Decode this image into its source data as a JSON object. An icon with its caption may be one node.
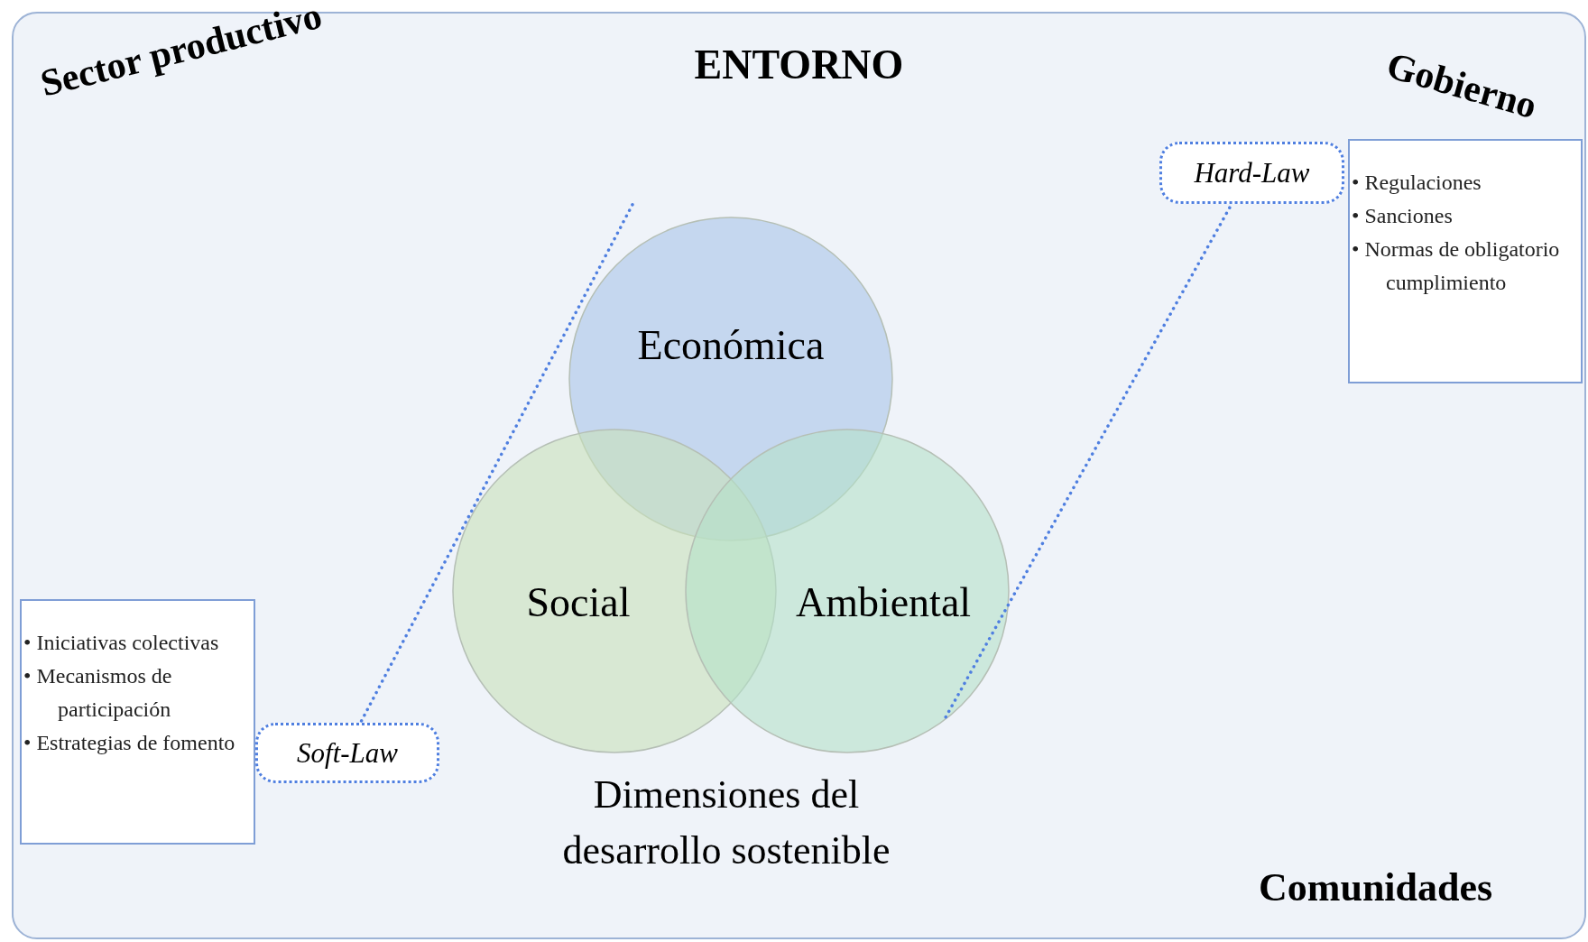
{
  "diagram": {
    "nodes": [
      {
        "text": [
          "ENTORNO"
        ]
      },
      {
        "text": [
          "Económica"
        ],
        "in": 0
      },
      {
        "text": [
          "Social"
        ],
        "in": 0
      },
      {
        "text": [
          "Ambiental"
        ],
        "in": 0
      },
      {
        "text": [
          "• Iniciativas colectivas",
          "• Mecanismos de participación",
          "• Estrategias de fomento"
        ],
        "in": 0
      },
      {
        "text": [
          "Soft-Law"
        ],
        "in": 0
      },
      {
        "text": [
          "Hard-Law"
        ],
        "in": 0
      },
      {
        "text": [
          "• Regulaciones",
          "• Sanciones",
          "• Normas de obligatorio cumplimiento"
        ],
        "in": 0
      }
    ],
    "edges": [
      {
        "from": 5,
        "to": null,
        "arrow": "none",
        "style": "dashed"
      },
      {
        "from": 6,
        "to": 3,
        "arrow": "none",
        "style": "dashed"
      }
    ],
    "labels": [
      "Sector productivo",
      "Gobierno",
      "Dimensiones del desarrollo sostenible",
      "Comunidades"
    ]
  }
}
